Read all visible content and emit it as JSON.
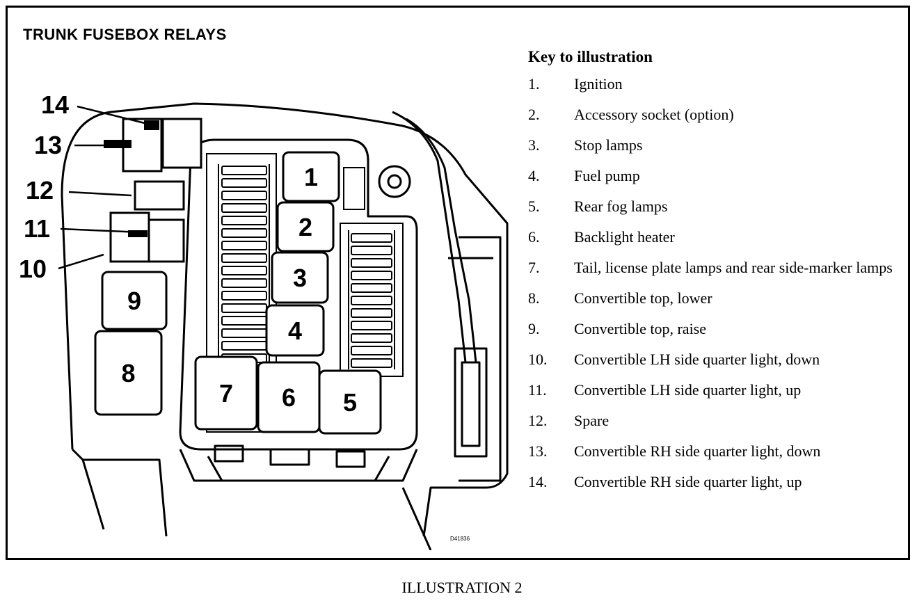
{
  "title": "TRUNK FUSEBOX RELAYS",
  "key": {
    "heading": "Key to illustration",
    "items": [
      {
        "num": "1.",
        "text": "Ignition"
      },
      {
        "num": "2.",
        "text": "Accessory socket (option)"
      },
      {
        "num": "3.",
        "text": "Stop lamps"
      },
      {
        "num": "4.",
        "text": "Fuel pump"
      },
      {
        "num": "5.",
        "text": "Rear fog lamps"
      },
      {
        "num": "6.",
        "text": "Backlight heater"
      },
      {
        "num": "7.",
        "text": "Tail, license plate lamps and rear side-marker lamps"
      },
      {
        "num": "8.",
        "text": "Convertible top, lower"
      },
      {
        "num": "9.",
        "text": "Convertible top, raise"
      },
      {
        "num": "10.",
        "text": "Convertible LH side quarter light, down"
      },
      {
        "num": "11.",
        "text": "Convertible LH side quarter light, up"
      },
      {
        "num": "12.",
        "text": "Spare"
      },
      {
        "num": "13.",
        "text": "Convertible RH side quarter light, down"
      },
      {
        "num": "14.",
        "text": "Convertible RH side quarter light, up"
      }
    ]
  },
  "diagram": {
    "relays": [
      "1",
      "2",
      "3",
      "4",
      "5",
      "6",
      "7",
      "8",
      "9"
    ],
    "callouts": [
      "10",
      "11",
      "12",
      "13",
      "14"
    ],
    "drawing_code": "D41836"
  },
  "caption": "ILLUSTRATION 2"
}
